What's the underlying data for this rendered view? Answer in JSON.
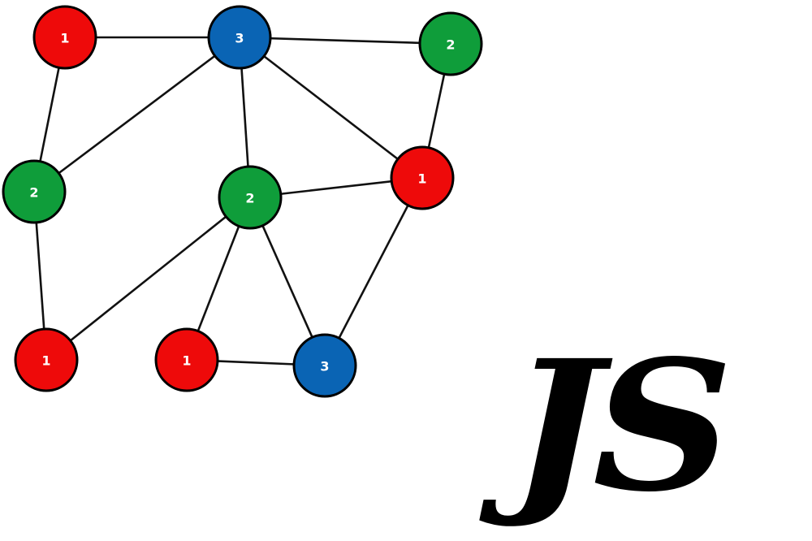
{
  "colors": {
    "red": "#ee0a0a",
    "green": "#0f9d3a",
    "blue": "#0a64b4"
  },
  "graph": {
    "nodes": [
      {
        "id": "n1",
        "label": "1",
        "color": "red"
      },
      {
        "id": "n2",
        "label": "3",
        "color": "blue"
      },
      {
        "id": "n3",
        "label": "2",
        "color": "green"
      },
      {
        "id": "n4",
        "label": "2",
        "color": "green"
      },
      {
        "id": "n5",
        "label": "2",
        "color": "green"
      },
      {
        "id": "n6",
        "label": "1",
        "color": "red"
      },
      {
        "id": "n7",
        "label": "1",
        "color": "red"
      },
      {
        "id": "n8",
        "label": "1",
        "color": "red"
      },
      {
        "id": "n9",
        "label": "3",
        "color": "blue"
      }
    ],
    "edges": [
      [
        "n1",
        "n2"
      ],
      [
        "n2",
        "n3"
      ],
      [
        "n1",
        "n4"
      ],
      [
        "n2",
        "n4"
      ],
      [
        "n2",
        "n5"
      ],
      [
        "n2",
        "n6"
      ],
      [
        "n3",
        "n6"
      ],
      [
        "n5",
        "n6"
      ],
      [
        "n4",
        "n7"
      ],
      [
        "n5",
        "n7"
      ],
      [
        "n5",
        "n8"
      ],
      [
        "n5",
        "n9"
      ],
      [
        "n8",
        "n9"
      ],
      [
        "n6",
        "n9"
      ]
    ]
  },
  "logo": {
    "text": "JS"
  }
}
